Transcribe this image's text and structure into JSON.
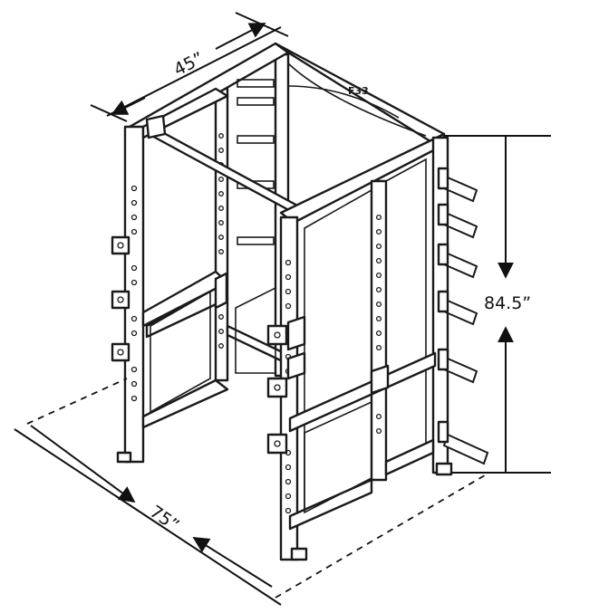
{
  "dimensions": {
    "width_label": "45”",
    "height_label": "84.5”",
    "depth_label": "75”"
  },
  "logo_text": "F33",
  "icons": [
    "power-rack-diagram",
    "arrow-icon"
  ],
  "colors": {
    "line": "#1a1a1a",
    "background": "#ffffff"
  }
}
